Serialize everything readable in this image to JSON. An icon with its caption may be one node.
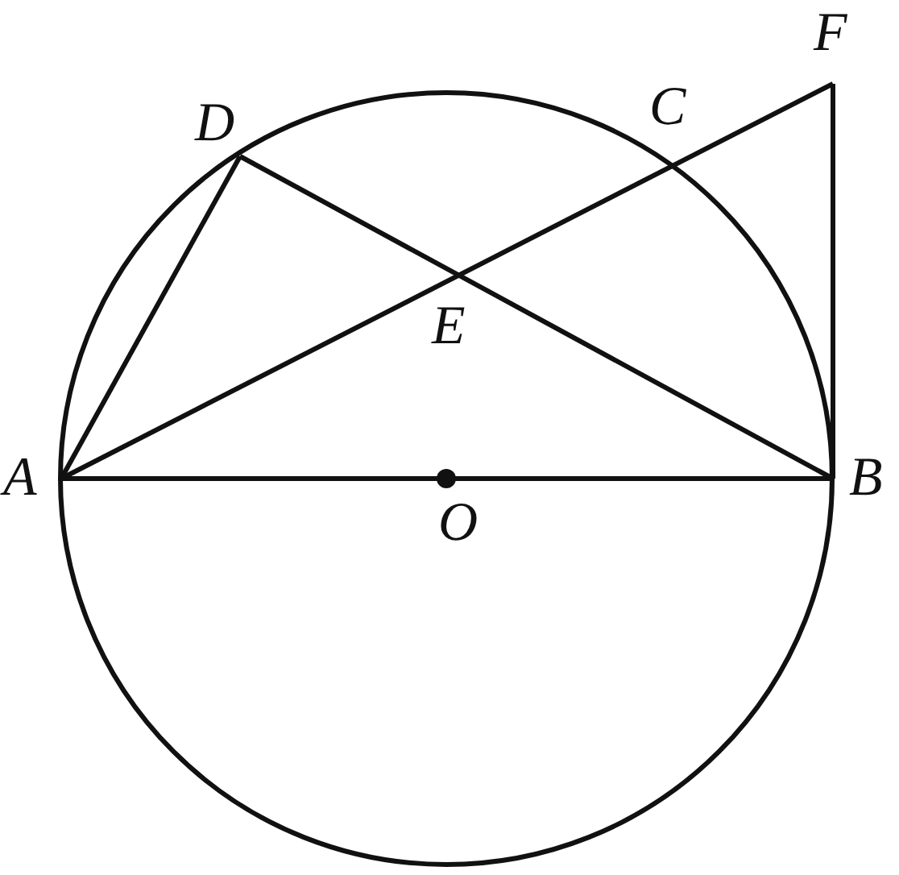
{
  "diagram": {
    "labels": [
      "F",
      "D",
      "C",
      "E",
      "A",
      "B",
      "O"
    ]
  }
}
